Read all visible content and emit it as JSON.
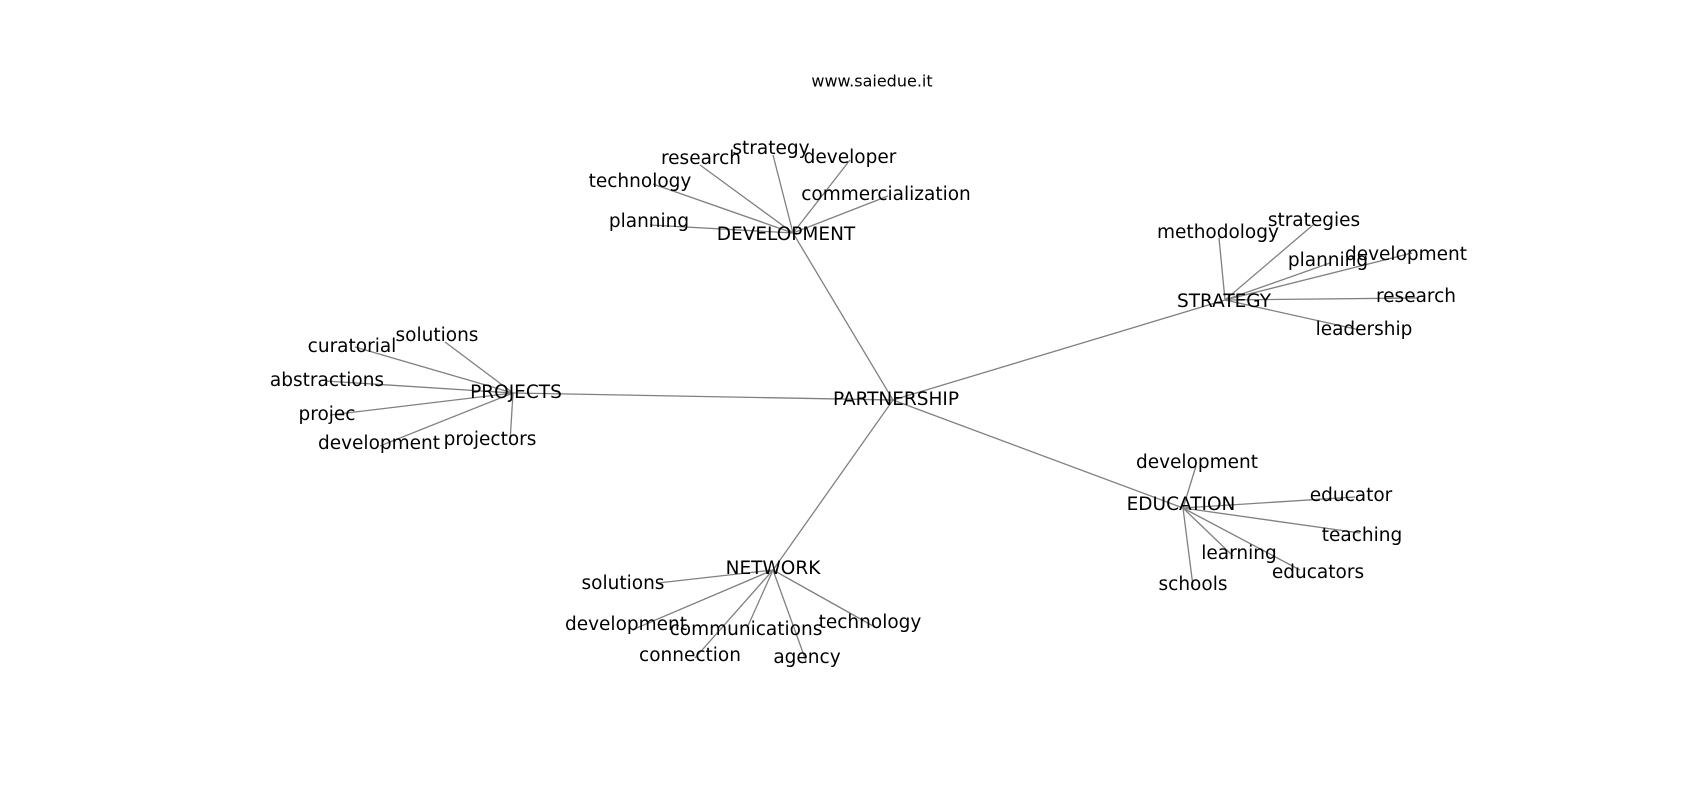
{
  "header": {
    "site_url": "www.saiedue.it"
  },
  "style": {
    "edge_color": "#808080",
    "text_color": "#000000",
    "background": "#ffffff"
  },
  "graph": {
    "center": "PARTNERSHIP",
    "hubs": [
      {
        "id": "development",
        "label": "DEVELOPMENT",
        "leaves": [
          "planning",
          "technology",
          "research",
          "strategy",
          "developer",
          "commercialization"
        ]
      },
      {
        "id": "strategy",
        "label": "STRATEGY",
        "leaves": [
          "methodology",
          "strategies",
          "planning",
          "development",
          "research",
          "leadership"
        ]
      },
      {
        "id": "projects",
        "label": "PROJECTS",
        "leaves": [
          "solutions",
          "curatorial",
          "abstractions",
          "projec",
          "development",
          "projectors"
        ]
      },
      {
        "id": "education",
        "label": "EDUCATION",
        "leaves": [
          "development",
          "educator",
          "teaching",
          "educators",
          "learning",
          "schools"
        ]
      },
      {
        "id": "network",
        "label": "NETWORK",
        "leaves": [
          "solutions",
          "development",
          "communications",
          "connection",
          "agency",
          "technology"
        ]
      }
    ]
  }
}
